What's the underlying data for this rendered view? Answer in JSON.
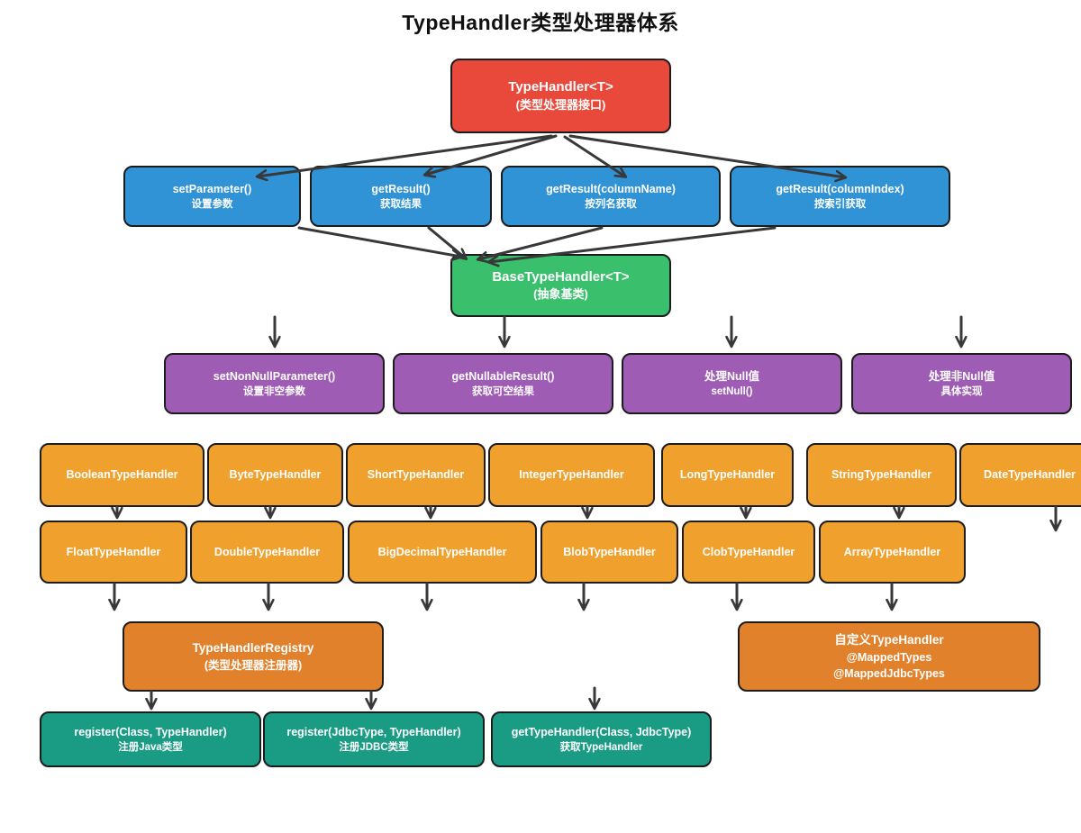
{
  "title": "TypeHandler类型处理器体系",
  "nodes": {
    "root": {
      "title": "TypeHandler<T>",
      "subtitle": "(类型处理器接口)"
    },
    "methods": [
      {
        "title": "setParameter()",
        "subtitle": "设置参数"
      },
      {
        "title": "getResult()",
        "subtitle": "获取结果"
      },
      {
        "title": "getResult(columnName)",
        "subtitle": "按列名获取"
      },
      {
        "title": "getResult(columnIndex)",
        "subtitle": "按索引获取"
      }
    ],
    "base": {
      "title": "BaseTypeHandler<T>",
      "subtitle": "(抽象基类)"
    },
    "base_methods": [
      {
        "title": "setNonNullParameter()",
        "subtitle": "设置非空参数"
      },
      {
        "title": "getNullableResult()",
        "subtitle": "获取可空结果"
      },
      {
        "title": "处理Null值",
        "subtitle": "setNull()"
      },
      {
        "title": "处理非Null值",
        "subtitle": "具体实现"
      }
    ],
    "handlers_row1": [
      "BooleanTypeHandler",
      "ByteTypeHandler",
      "ShortTypeHandler",
      "IntegerTypeHandler",
      "LongTypeHandler",
      "StringTypeHandler",
      "DateTypeHandler"
    ],
    "handlers_row2": [
      "FloatTypeHandler",
      "DoubleTypeHandler",
      "BigDecimalTypeHandler",
      "BlobTypeHandler",
      "ClobTypeHandler",
      "ArrayTypeHandler"
    ],
    "registry": {
      "title": "TypeHandlerRegistry",
      "subtitle": "(类型处理器注册器)"
    },
    "custom": {
      "line1": "自定义TypeHandler",
      "line2": "@MappedTypes",
      "line3": "@MappedJdbcTypes"
    },
    "registry_methods": [
      {
        "title": "register(Class, TypeHandler)",
        "subtitle": "注册Java类型"
      },
      {
        "title": "register(JdbcType, TypeHandler)",
        "subtitle": "注册JDBC类型"
      },
      {
        "title": "getTypeHandler(Class, JdbcType)",
        "subtitle": "获取TypeHandler"
      }
    ]
  },
  "colors": {
    "interface_red": "#e8493a",
    "method_blue": "#2f93d6",
    "base_green": "#3abf6d",
    "impl_purple": "#9f5cb5",
    "handler_orange": "#efa02d",
    "registry_orange": "#e1812c",
    "register_teal": "#1a9c84",
    "node_border": "#1c1c1c",
    "arrow": "#383838"
  }
}
